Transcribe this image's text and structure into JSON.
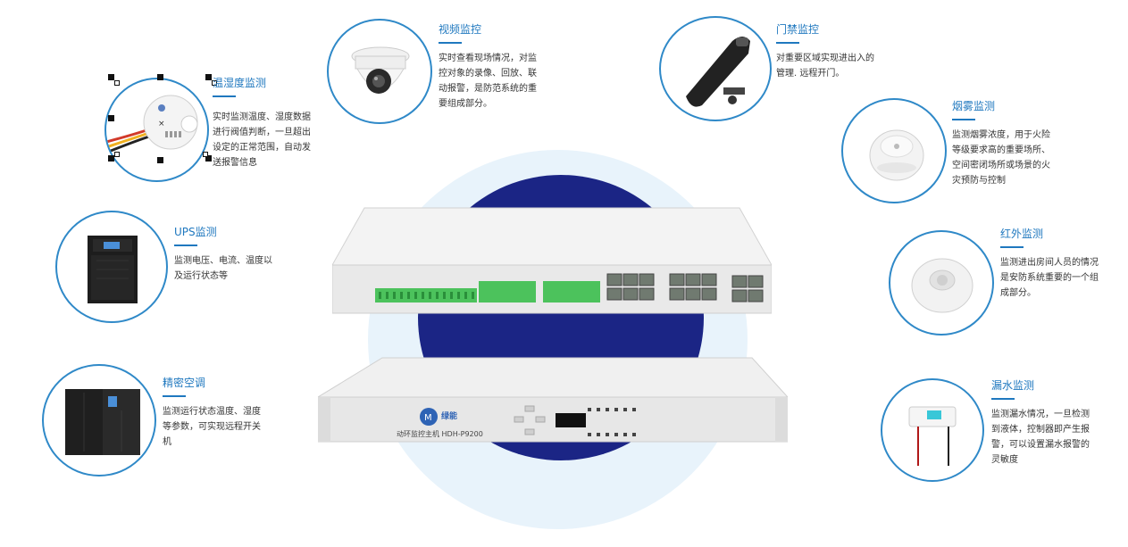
{
  "features": {
    "temp_humidity": {
      "title": "温湿度监测",
      "desc": [
        "实时监测温度、湿度数据",
        "进行阀值判断，一旦超出",
        "设定的正常范围，自动发",
        "送报警信息"
      ]
    },
    "video": {
      "title": "视频监控",
      "desc": [
        "实时查看现场情况，对监",
        "控对象的录像、回放、联",
        "动报警，是防范系统的重",
        "要组成部分。"
      ]
    },
    "access": {
      "title": "门禁监控",
      "desc": [
        "对重要区域实现进出入的",
        "管理. 远程开门。"
      ]
    },
    "smoke": {
      "title": "烟雾监测",
      "desc": [
        "监测烟雾浓度，用于火险",
        "等级要求高的重要场所、",
        "空间密闭场所或场景的火",
        "灾预防与控制"
      ]
    },
    "ups": {
      "title": "UPS监测",
      "desc": [
        "监测电压、电流、温度以",
        "及运行状态等"
      ]
    },
    "infrared": {
      "title": "红外监测",
      "desc": [
        "监测进出房间人员的情况",
        "是安防系统重要的一个组",
        "成部分。"
      ]
    },
    "ac": {
      "title": "精密空调",
      "desc": [
        "监测运行状态温度、湿度",
        "等参数，可实现远程开关",
        "机"
      ]
    },
    "water": {
      "title": "漏水监测",
      "desc": [
        "监测漏水情况，一旦检测",
        "到液体，控制器即产生报",
        "警，可以设置漏水报警的",
        "灵敏度"
      ]
    }
  },
  "device": {
    "label": "动环监控主机 HDH-P9200",
    "brand": "绿能"
  },
  "colors": {
    "accent": "#1f78bf",
    "ring": "#2f89c8",
    "center_dark": "#1b2585",
    "center_light": "#e8f3fb",
    "terminal_green": "#4cc25c"
  }
}
